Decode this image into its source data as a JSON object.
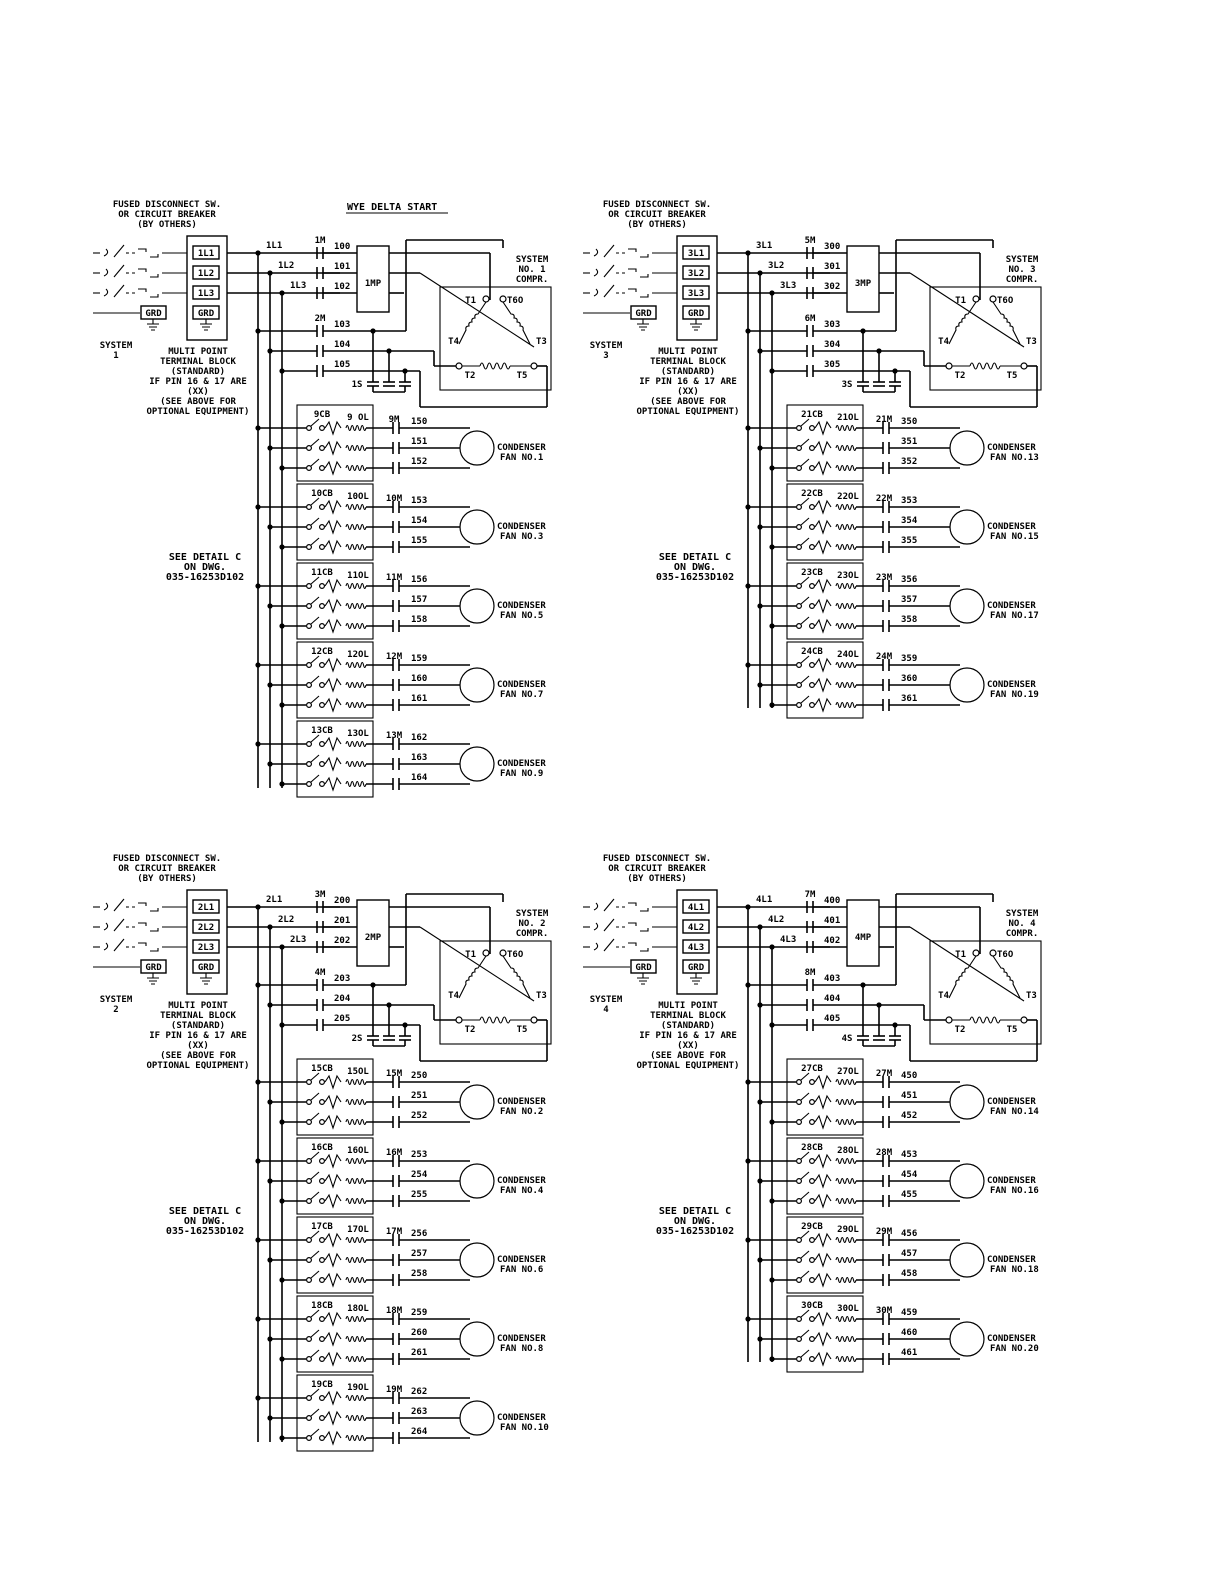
{
  "title": "WYE DELTA START",
  "header_note": [
    "FUSED DISCONNECT SW.",
    "OR CIRCUIT BREAKER",
    "(BY OTHERS)"
  ],
  "terminal_note": [
    "MULTI POINT",
    "TERMINAL BLOCK",
    "(STANDARD)",
    "IF PIN 16 & 17 ARE",
    "(XX)",
    "(SEE ABOVE FOR",
    "OPTIONAL EQUIPMENT)"
  ],
  "detail_note": [
    "SEE DETAIL C",
    "ON DWG.",
    "035-16253D102"
  ],
  "labels": {
    "grd": "GRD",
    "motor_terminals": [
      "T1",
      "T6O",
      "T4",
      "T3",
      "T2",
      "T5"
    ],
    "fan_label": "CONDENSER"
  },
  "systems": [
    {
      "system": [
        "SYSTEM",
        "1"
      ],
      "compr": [
        "SYSTEM",
        "NO. 1",
        "COMPR."
      ],
      "lines": [
        "1L1",
        "1L2",
        "1L3"
      ],
      "mp": "1MP",
      "main_contactor": "1M",
      "delta_contactor": "2M",
      "start_contactor": "1S",
      "main_wires": [
        "100",
        "101",
        "102"
      ],
      "delta_wires": [
        "103",
        "104",
        "105"
      ],
      "fans": [
        {
          "cb": "9CB",
          "ol": "9 OL",
          "m": "9M",
          "wires": [
            "150",
            "151",
            "152"
          ],
          "fan": "FAN NO.1"
        },
        {
          "cb": "10CB",
          "ol": "10OL",
          "m": "10M",
          "wires": [
            "153",
            "154",
            "155"
          ],
          "fan": "FAN NO.3"
        },
        {
          "cb": "11CB",
          "ol": "11OL",
          "m": "11M",
          "wires": [
            "156",
            "157",
            "158"
          ],
          "fan": "FAN NO.5"
        },
        {
          "cb": "12CB",
          "ol": "12OL",
          "m": "12M",
          "wires": [
            "159",
            "160",
            "161"
          ],
          "fan": "FAN NO.7"
        },
        {
          "cb": "13CB",
          "ol": "13OL",
          "m": "13M",
          "wires": [
            "162",
            "163",
            "164"
          ],
          "fan": "FAN NO.9"
        }
      ]
    },
    {
      "system": [
        "SYSTEM",
        "3"
      ],
      "compr": [
        "SYSTEM",
        "NO. 3",
        "COMPR."
      ],
      "lines": [
        "3L1",
        "3L2",
        "3L3"
      ],
      "mp": "3MP",
      "main_contactor": "5M",
      "delta_contactor": "6M",
      "start_contactor": "3S",
      "main_wires": [
        "300",
        "301",
        "302"
      ],
      "delta_wires": [
        "303",
        "304",
        "305"
      ],
      "fans": [
        {
          "cb": "21CB",
          "ol": "21OL",
          "m": "21M",
          "wires": [
            "350",
            "351",
            "352"
          ],
          "fan": "FAN NO.13"
        },
        {
          "cb": "22CB",
          "ol": "22OL",
          "m": "22M",
          "wires": [
            "353",
            "354",
            "355"
          ],
          "fan": "FAN NO.15"
        },
        {
          "cb": "23CB",
          "ol": "23OL",
          "m": "23M",
          "wires": [
            "356",
            "357",
            "358"
          ],
          "fan": "FAN NO.17"
        },
        {
          "cb": "24CB",
          "ol": "24OL",
          "m": "24M",
          "wires": [
            "359",
            "360",
            "361"
          ],
          "fan": "FAN NO.19"
        }
      ]
    },
    {
      "system": [
        "SYSTEM",
        "2"
      ],
      "compr": [
        "SYSTEM",
        "NO. 2",
        "COMPR."
      ],
      "lines": [
        "2L1",
        "2L2",
        "2L3"
      ],
      "mp": "2MP",
      "main_contactor": "3M",
      "delta_contactor": "4M",
      "start_contactor": "2S",
      "main_wires": [
        "200",
        "201",
        "202"
      ],
      "delta_wires": [
        "203",
        "204",
        "205"
      ],
      "fans": [
        {
          "cb": "15CB",
          "ol": "15OL",
          "m": "15M",
          "wires": [
            "250",
            "251",
            "252"
          ],
          "fan": "FAN NO.2"
        },
        {
          "cb": "16CB",
          "ol": "16OL",
          "m": "16M",
          "wires": [
            "253",
            "254",
            "255"
          ],
          "fan": "FAN NO.4"
        },
        {
          "cb": "17CB",
          "ol": "17OL",
          "m": "17M",
          "wires": [
            "256",
            "257",
            "258"
          ],
          "fan": "FAN NO.6"
        },
        {
          "cb": "18CB",
          "ol": "18OL",
          "m": "18M",
          "wires": [
            "259",
            "260",
            "261"
          ],
          "fan": "FAN NO.8"
        },
        {
          "cb": "19CB",
          "ol": "19OL",
          "m": "19M",
          "wires": [
            "262",
            "263",
            "264"
          ],
          "fan": "FAN NO.10"
        }
      ]
    },
    {
      "system": [
        "SYSTEM",
        "4"
      ],
      "compr": [
        "SYSTEM",
        "NO. 4",
        "COMPR."
      ],
      "lines": [
        "4L1",
        "4L2",
        "4L3"
      ],
      "mp": "4MP",
      "main_contactor": "7M",
      "delta_contactor": "8M",
      "start_contactor": "4S",
      "main_wires": [
        "400",
        "401",
        "402"
      ],
      "delta_wires": [
        "403",
        "404",
        "405"
      ],
      "fans": [
        {
          "cb": "27CB",
          "ol": "27OL",
          "m": "27M",
          "wires": [
            "450",
            "451",
            "452"
          ],
          "fan": "FAN NO.14"
        },
        {
          "cb": "28CB",
          "ol": "28OL",
          "m": "28M",
          "wires": [
            "453",
            "454",
            "455"
          ],
          "fan": "FAN NO.16"
        },
        {
          "cb": "29CB",
          "ol": "29OL",
          "m": "29M",
          "wires": [
            "456",
            "457",
            "458"
          ],
          "fan": "FAN NO.18"
        },
        {
          "cb": "30CB",
          "ol": "30OL",
          "m": "30M",
          "wires": [
            "459",
            "460",
            "461"
          ],
          "fan": "FAN NO.20"
        }
      ]
    }
  ]
}
